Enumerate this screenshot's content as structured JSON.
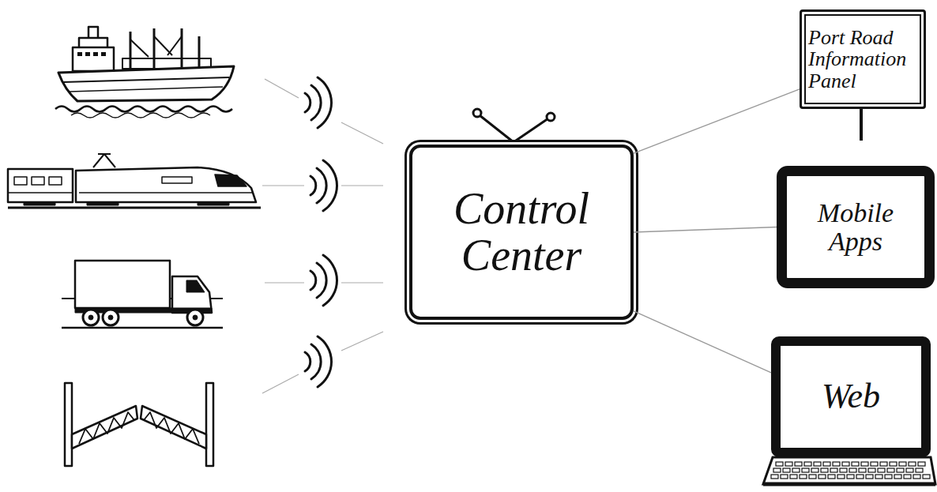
{
  "diagram": {
    "nodes": [
      {
        "text": [
          "Control Center"
        ]
      },
      {
        "text": [
          "Port Road Information Panel"
        ]
      },
      {
        "text": [
          "Mobile Apps"
        ]
      },
      {
        "text": [
          "Web"
        ]
      }
    ],
    "edges": [
      {
        "from": 0,
        "to": 1,
        "arrow": "none"
      },
      {
        "from": 0,
        "to": 2,
        "arrow": "none"
      },
      {
        "from": 0,
        "to": 3,
        "arrow": "none"
      }
    ]
  }
}
